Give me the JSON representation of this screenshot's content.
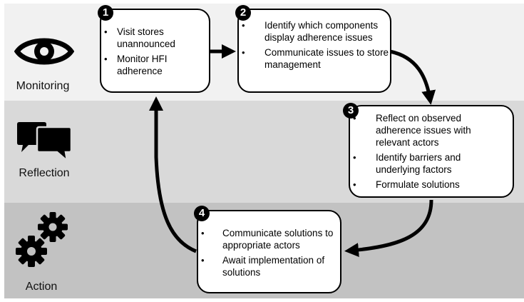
{
  "phases": {
    "monitoring": {
      "label": "Monitoring",
      "icon": "eye-icon"
    },
    "reflection": {
      "label": "Reflection",
      "icon": "speech-bubbles-icon"
    },
    "action": {
      "label": "Action",
      "icon": "gears-icon"
    }
  },
  "steps": [
    {
      "number": "1",
      "bullets": [
        "Visit stores unannounced",
        "Monitor HFI adherence"
      ]
    },
    {
      "number": "2",
      "bullets": [
        "Identify which components display adherence issues",
        "Communicate issues to store management"
      ]
    },
    {
      "number": "3",
      "bullets": [
        "Reflect on observed adherence issues with relevant actors",
        "Identify barriers and underlying factors",
        "Formulate solutions"
      ]
    },
    {
      "number": "4",
      "bullets": [
        "Communicate solutions to appropriate actors",
        "Await implementation of solutions"
      ]
    }
  ],
  "colors": {
    "monitoring_band": "#f1f1f1",
    "reflection_band": "#d9d9d9",
    "action_band": "#c2c2c2"
  }
}
